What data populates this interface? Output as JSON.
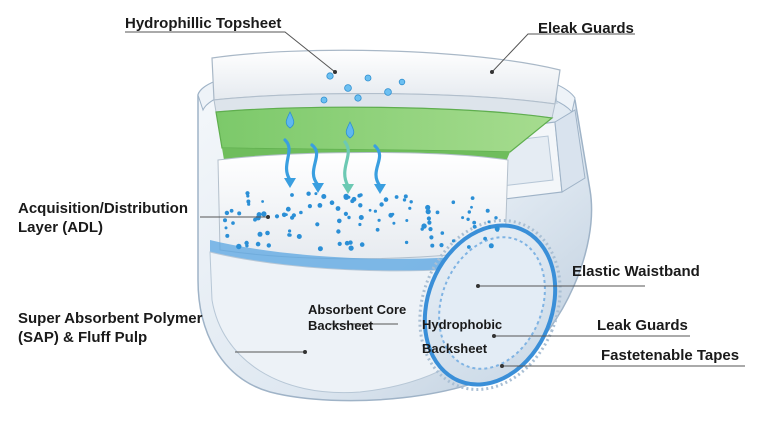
{
  "labels": {
    "hydrophillic_topsheet": "Hydrophillic Topsheet",
    "eleak_guards": "Eleak Guards",
    "adl_line1": "Acquisition/Distribution",
    "adl_line2": "Layer (ADL)",
    "elastic_waistband": "Elastic Waistband",
    "sap_line1": "Super Absorbent Polymer",
    "sap_line2": "(SAP) & Fluff Pulp",
    "absorbent_core_line1": "Absorbent Core",
    "absorbent_core_line2": "Backsheet",
    "hydrophobic_line1": "Hydrophobic",
    "hydrophobic_line2": "Backsheet",
    "leak_guards": "Leak Guards",
    "fastenable_tapes": "Fastetenable Tapes"
  },
  "colors": {
    "outer_shell": "#e6eef6",
    "outer_shadow": "#b9cadb",
    "topsheet": "#f4f6f8",
    "adl_green": "#8fd27a",
    "adl_green_dark": "#5fae4e",
    "core_fluff": "#f7f8fa",
    "sap_beads": "#2b8fd6",
    "elastic_blue": "#3a8fd8",
    "water_drop": "#5fb8f0",
    "leader_line": "#555555"
  },
  "icons": {
    "water_drop": "droplet-icon",
    "flow_arrow": "curved-arrow-icon"
  }
}
